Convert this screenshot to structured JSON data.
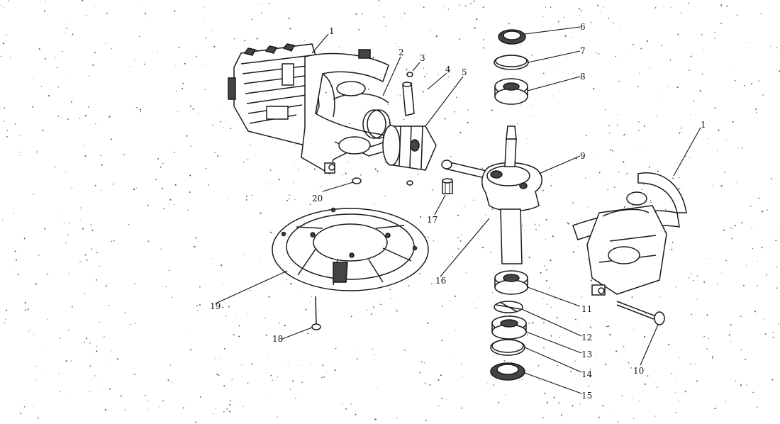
{
  "diagram": {
    "callouts": [
      {
        "id": "c1a",
        "text": "1"
      },
      {
        "id": "c1b",
        "text": "1"
      },
      {
        "id": "c2",
        "text": "2"
      },
      {
        "id": "c3",
        "text": "3"
      },
      {
        "id": "c4",
        "text": "4"
      },
      {
        "id": "c5",
        "text": "5"
      },
      {
        "id": "c6",
        "text": "6"
      },
      {
        "id": "c7",
        "text": "7"
      },
      {
        "id": "c8",
        "text": "8"
      },
      {
        "id": "c9",
        "text": "9"
      },
      {
        "id": "c10",
        "text": "10"
      },
      {
        "id": "c11",
        "text": "11"
      },
      {
        "id": "c12",
        "text": "12"
      },
      {
        "id": "c13",
        "text": "13"
      },
      {
        "id": "c14",
        "text": "14"
      },
      {
        "id": "c15",
        "text": "15"
      },
      {
        "id": "c16",
        "text": "16"
      },
      {
        "id": "c17",
        "text": "17"
      },
      {
        "id": "c18",
        "text": "18"
      },
      {
        "id": "c19",
        "text": "19"
      },
      {
        "id": "c20",
        "text": "20"
      }
    ]
  }
}
